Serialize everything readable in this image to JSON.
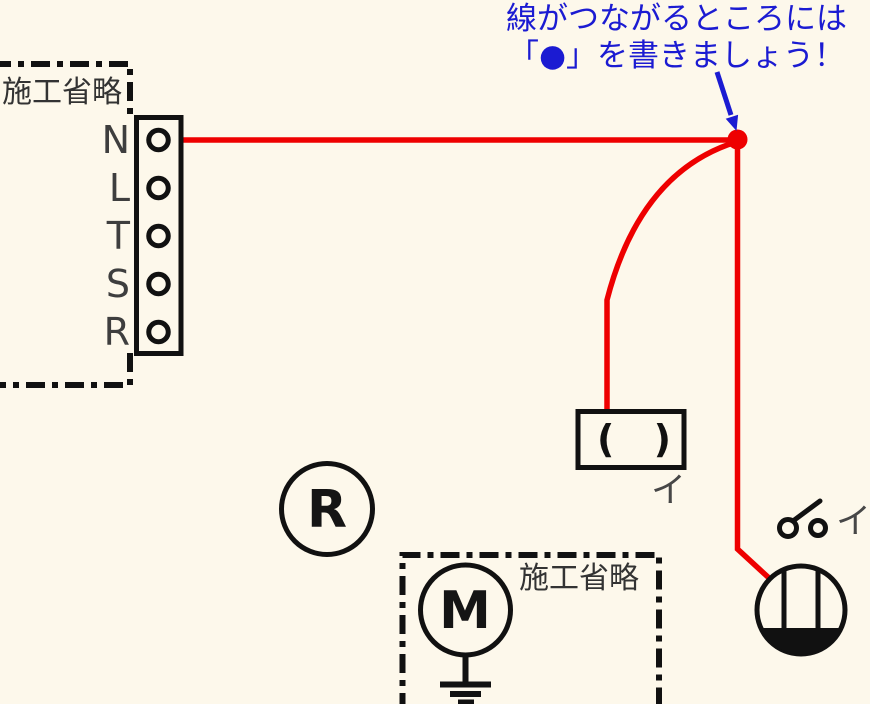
{
  "colors": {
    "background": "#FDF8EB",
    "wire_red": "#EE0000",
    "annotation_blue": "#1B1BD2",
    "symbol_black": "#111111",
    "label_gray": "#3E3E3E"
  },
  "annotation": {
    "line1": "線がつながるところには",
    "line2": "「●」を書きましょう！"
  },
  "power_source": {
    "omission_label": "施工省略",
    "terminals": [
      "N",
      "L",
      "T",
      "S",
      "R"
    ]
  },
  "devices": {
    "lamp_receptacle": {
      "letter": "R"
    },
    "ceiling_rosette": {
      "label": "( )",
      "circuit_id": "イ"
    },
    "switch": {
      "circuit_id": "イ"
    },
    "motor": {
      "letter": "M",
      "omission_label": "施工省略"
    }
  }
}
